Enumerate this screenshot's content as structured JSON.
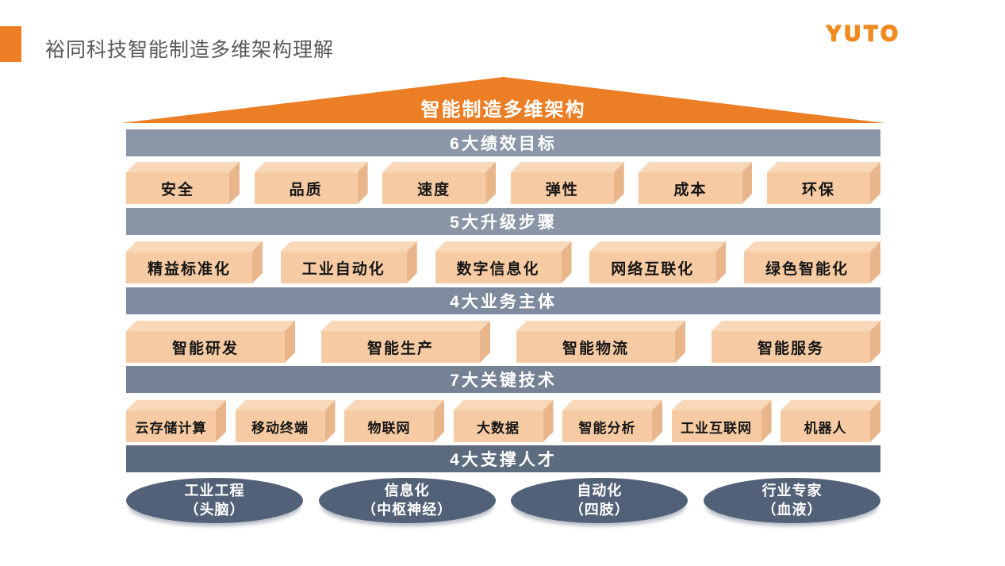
{
  "header": {
    "title": "裕同科技智能制造多维架构理解",
    "logo": "YUTO"
  },
  "colors": {
    "accent_orange": "#EC7E25",
    "logo_orange": "#F08A21",
    "title_gray": "#595959",
    "box_front": "#F6CBA3",
    "box_top": "#F9D8BA",
    "box_side": "#E9B68C",
    "bar_colors": [
      "#8B97A8",
      "#8A96A6",
      "#7E8B9E",
      "#758296",
      "#5C6B7E"
    ],
    "pillar_fill": "#536178",
    "bar_text": "#FFFFFF",
    "box_text": "#151515"
  },
  "pyramid": {
    "roof_label": "智能制造多维架构",
    "levels": [
      {
        "bar": "6大绩效目标",
        "items": [
          "安全",
          "品质",
          "速度",
          "弹性",
          "成本",
          "环保"
        ]
      },
      {
        "bar": "5大升级步骤",
        "items": [
          "精益标准化",
          "工业自动化",
          "数字信息化",
          "网络互联化",
          "绿色智能化"
        ]
      },
      {
        "bar": "4大业务主体",
        "items": [
          "智能研发",
          "智能生产",
          "智能物流",
          "智能服务"
        ]
      },
      {
        "bar": "7大关键技术",
        "items": [
          "云存储计算",
          "移动终端",
          "物联网",
          "大数据",
          "智能分析",
          "工业互联网",
          "机器人"
        ]
      },
      {
        "bar": "4大支撑人才",
        "pillars": [
          {
            "line1": "工业工程",
            "line2": "（头脑）"
          },
          {
            "line1": "信息化",
            "line2": "（中枢神经）"
          },
          {
            "line1": "自动化",
            "line2": "（四肢）"
          },
          {
            "line1": "行业专家",
            "line2": "（血液）"
          }
        ]
      }
    ]
  }
}
